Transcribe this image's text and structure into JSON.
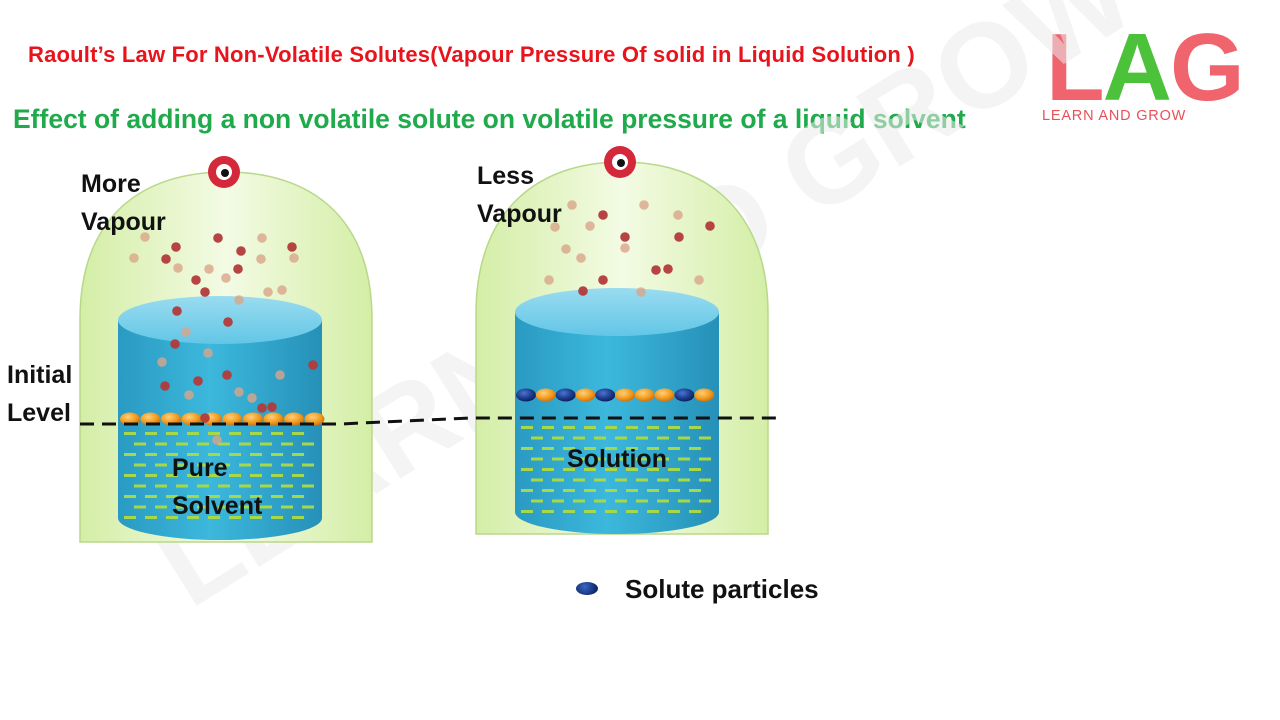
{
  "title": "Raoult’s Law For Non-Volatile Solutes(Vapour Pressure Of solid in Liquid Solution )",
  "subtitle": "Effect of adding a non volatile solute on volatile pressure of a liquid solvent",
  "logo": {
    "letters": [
      "L",
      "A",
      "G"
    ],
    "letter_colors": [
      "#f0646e",
      "#4cc13a",
      "#f0646e"
    ],
    "tagline": "LEARN AND GROW"
  },
  "left_jar": {
    "vapour_label_line1": "More",
    "vapour_label_line2": "Vapour",
    "liquid_label_line1": "Pure",
    "liquid_label_line2": "Solvent"
  },
  "right_jar": {
    "vapour_label_line1": "Less",
    "vapour_label_line2": "Vapour",
    "liquid_label": "Solution"
  },
  "level_label_line1": "Initial",
  "level_label_line2": "Level",
  "legend": {
    "label": "Solute particles",
    "color": "#1c3a8a"
  },
  "colors": {
    "dome_fill": "#e6f6c8",
    "liquid": "#35b0d6",
    "dash_marks": "#a6d94a",
    "surface_solvent": "#f29a1e",
    "vapour_particle": "#b23a3a",
    "vapour_particle_faded": "#d9a58a",
    "stopper": "#d3293a"
  }
}
